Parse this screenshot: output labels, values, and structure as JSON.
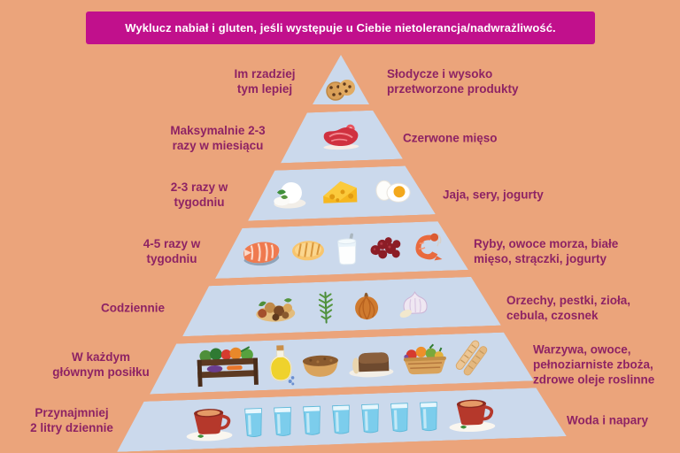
{
  "colors": {
    "background": "#eba47b",
    "banner_bg": "#c1108c",
    "banner_text": "#ffffff",
    "label_text": "#8e2364",
    "pyramid_level_fill": "#cbd9ec"
  },
  "banner": {
    "text": "Wyklucz nabiał i gluten, jeśli występuje u Ciebie nietolerancja/nadwrażliwość."
  },
  "pyramid": {
    "levels": [
      {
        "left_label": "Im rzadziej\ntym lepiej",
        "right_label": "Słodycze i wysoko\nprzetworzone produkty",
        "icons": [
          "cookies"
        ]
      },
      {
        "left_label": "Maksymalnie 2-3\nrazy w miesiącu",
        "right_label": "Czerwone mięso",
        "icons": [
          "red-meat"
        ]
      },
      {
        "left_label": "2-3 razy w\ntygodniu",
        "right_label": "Jaja, sery, jogurty",
        "icons": [
          "white-cheese",
          "cheese-wedge",
          "eggs"
        ]
      },
      {
        "left_label": "4-5 razy w\ntygodniu",
        "right_label": "Ryby, owoce morza, białe\nmięso, strączki, jogurty",
        "icons": [
          "salmon",
          "white-meat",
          "yogurt",
          "beans",
          "shrimp"
        ]
      },
      {
        "left_label": "Codziennie",
        "right_label": "Orzechy, pestki, zioła,\ncebula, czosnek",
        "icons": [
          "nuts",
          "herbs",
          "onion",
          "garlic"
        ]
      },
      {
        "left_label": "W każdym\ngłównym posiłku",
        "right_label": "Warzywa, owoce,\npełnoziarniste zboża,\nzdrowe oleje roslinne",
        "icons": [
          "vegetable-crate",
          "oil-bottle",
          "grain-bowl",
          "bread",
          "fruit-basket",
          "baguettes"
        ]
      },
      {
        "left_label": "Przynajmniej\n2 litry dziennie",
        "right_label": "Woda i napary",
        "icons": [
          "tea-mug",
          "water-glass",
          "water-glass",
          "water-glass",
          "water-glass",
          "water-glass",
          "water-glass",
          "water-glass",
          "tea-mug"
        ]
      }
    ]
  }
}
